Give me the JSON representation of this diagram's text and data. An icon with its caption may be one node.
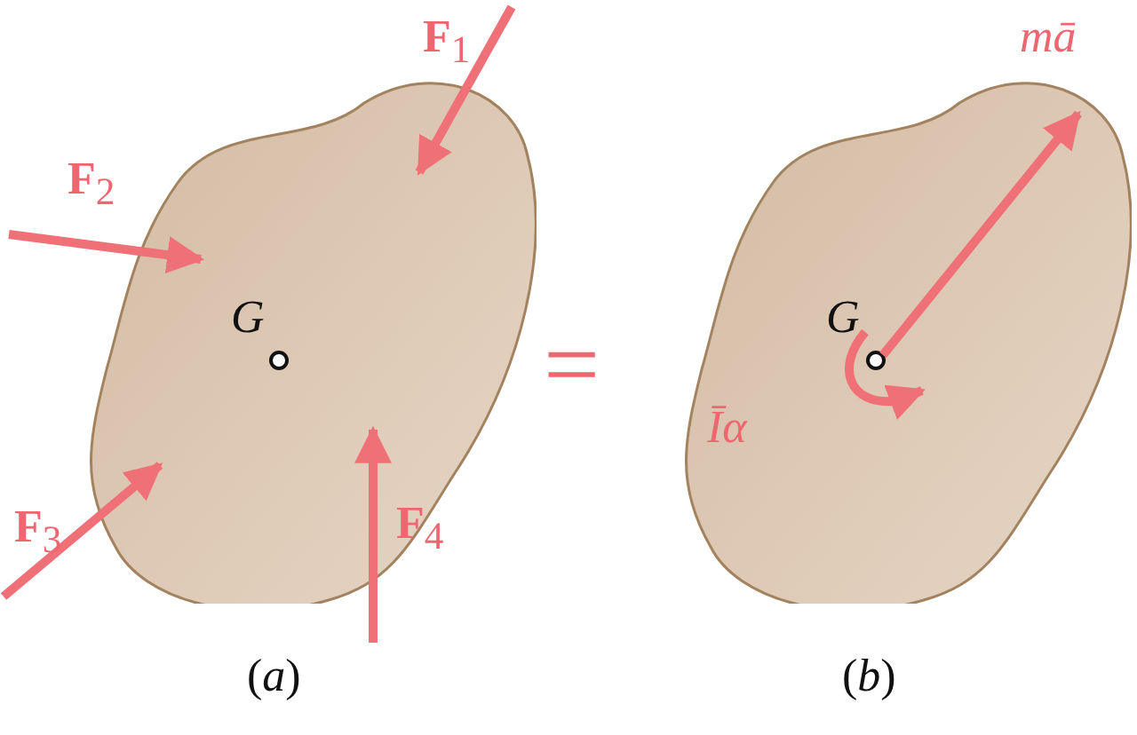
{
  "diagram": {
    "nodes": [
      {
        "text": [
          "G"
        ]
      },
      {
        "text": [
          "G"
        ]
      }
    ],
    "labels": [
      "**F**$_{1}$",
      "**F**$_{2}$",
      "**F**$_{3}$",
      "**F**$_{4}$",
      "=",
      "mā",
      "Īα",
      "(*a*)",
      "(*b*)"
    ]
  }
}
